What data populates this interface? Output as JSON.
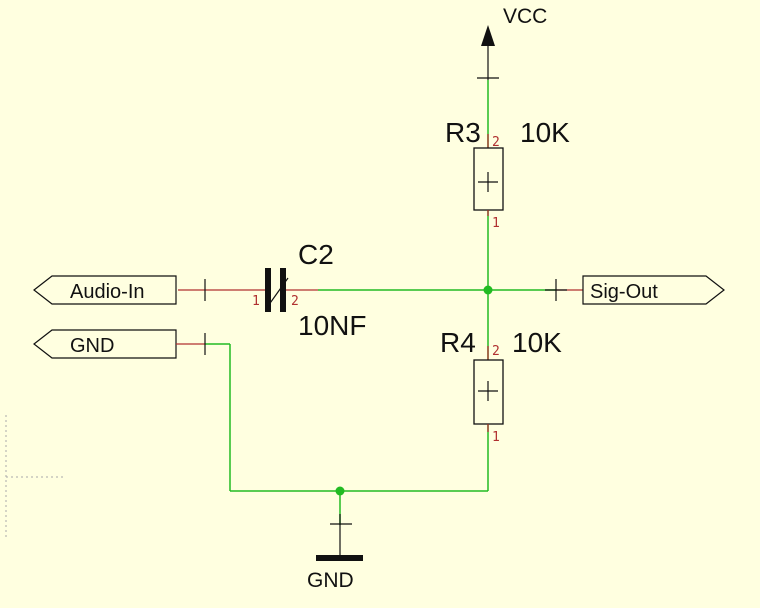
{
  "schematic": {
    "power": {
      "label": "VCC"
    },
    "ground": {
      "label": "GND"
    },
    "components": [
      {
        "ref": "R3",
        "value": "10K",
        "pin_top": "2",
        "pin_bottom": "1"
      },
      {
        "ref": "R4",
        "value": "10K",
        "pin_top": "2",
        "pin_bottom": "1"
      },
      {
        "ref": "C2",
        "value": "10NF",
        "pin_left": "1",
        "pin_right": "2"
      }
    ],
    "ports": [
      {
        "name": "Audio-In",
        "direction": "input"
      },
      {
        "name": "GND",
        "direction": "input"
      },
      {
        "name": "Sig-Out",
        "direction": "output"
      }
    ]
  },
  "colors": {
    "background": "#ffffe0",
    "wire": "#22bb22",
    "junction": "#22bb22",
    "pin_number": "#b03030",
    "symbol": "#111111"
  }
}
